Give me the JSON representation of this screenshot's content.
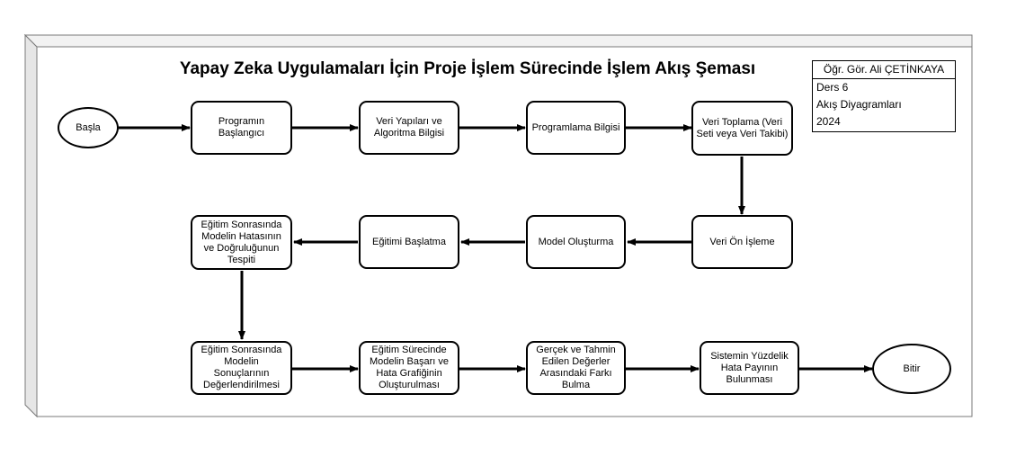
{
  "title": "Yapay Zeka Uygulamaları İçin Proje İşlem Sürecinde İşlem Akış Şeması",
  "info_box": {
    "author": "Öğr. Gör. Ali ÇETİNKAYA",
    "lines": [
      "Ders 6",
      "Akış Diyagramları",
      "2024"
    ]
  },
  "nodes": {
    "start": "Başla",
    "n1": "Programın Başlangıcı",
    "n2": "Veri Yapıları ve Algoritma Bilgisi",
    "n3": "Programlama Bilgisi",
    "n4": "Veri Toplama (Veri Seti veya Veri Takibi)",
    "n5": "Veri Ön İşleme",
    "n6": "Model Oluşturma",
    "n7": "Eğitimi Başlatma",
    "n8": "Eğitim Sonrasında Modelin Hatasının ve Doğruluğunun Tespiti",
    "n9": "Eğitim Sonrasında Modelin Sonuçlarının Değerlendirilmesi",
    "n10": "Eğitim Sürecinde Modelin Başarı ve Hata Grafiğinin Oluşturulması",
    "n11": "Gerçek ve Tahmin Edilen Değerler Arasındaki Farkı Bulma",
    "n12": "Sistemin Yüzdelik Hata Payının Bulunması",
    "end": "Bitir"
  },
  "colors": {
    "stroke": "#000000",
    "frame_fill": "#ffffff",
    "frame_side": "#e6e6e6",
    "frame_edge": "#7a7a7a"
  }
}
